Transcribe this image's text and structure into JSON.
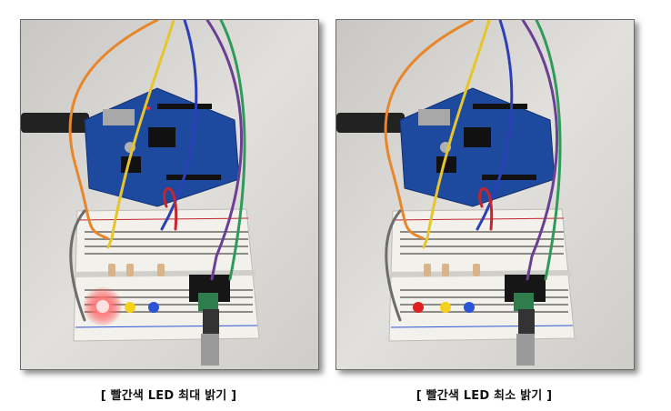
{
  "photos": [
    {
      "caption": "[ 빨간색 LED 최대 밝기 ]",
      "red_led_brightness": "max"
    },
    {
      "caption": "[ 빨간색 LED 최소 밝기 ]",
      "red_led_brightness": "min"
    }
  ],
  "colors": {
    "board": "#1d4a9e",
    "breadboard": "#f2f1ec",
    "wire_orange": "#e8862a",
    "wire_yellow": "#e8c52a",
    "wire_blue": "#2b3fb8",
    "wire_purple": "#6a3f94",
    "wire_green": "#2f9a5a",
    "wire_red": "#c4262e",
    "wire_gray": "#6d6d6d",
    "led_red": "#ff2a2a",
    "led_yellow": "#f4d21c",
    "led_blue": "#2b55d6"
  }
}
